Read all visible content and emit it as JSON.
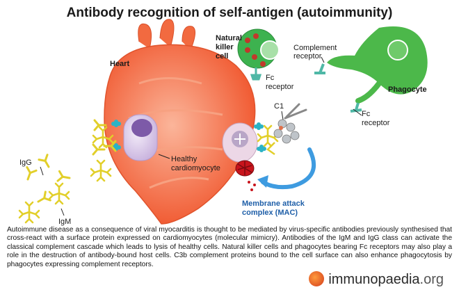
{
  "title": "Antibody recognition of self-antigen (autoimmunity)",
  "labels": {
    "heart": "Heart",
    "nk_line1": "Natural",
    "nk_line2": "killer",
    "nk_line3": "cell",
    "fc_nk_line1": "Fc",
    "fc_nk_line2": "receptor",
    "comp_line1": "Complement",
    "comp_line2": "receptor",
    "phagocyte": "Phagocyte",
    "fc_ph_line1": "Fc",
    "fc_ph_line2": "receptor",
    "c1": "C1",
    "healthy_line1": "Healthy",
    "healthy_line2": "cardiomyocyte",
    "igg": "IgG",
    "igm": "IgM",
    "mac_line1": "Membrane attack",
    "mac_line2": "complex (MAC)"
  },
  "caption": "Autoimmune disease as a consequence of viral myocarditis is thought to be mediated by virus-specific antibodies previously synthesised that cross-react with a surface protein expressed on cardiomyocytes (molecular mimicry). Antibodies of the IgM and IgG class can activate the classical complement cascade which leads to lysis of healthy cells. Natural killer cells and phagocytes bearing Fc receptors may also play a role in the destruction of antibody-bound host cells. C3b complement proteins bound to the cell surface can also enhance phagocytosis by phagocytes expressing complement receptors.",
  "logo": {
    "brand": "immunopaedia",
    "suffix": ".org"
  },
  "colors": {
    "heart": "#f2653c",
    "heart_light": "#f9a58a",
    "nk_cell": "#3db24f",
    "phagocyte": "#4cb84a",
    "antibody": "#e2cf2a",
    "receptor": "#4fb8a6",
    "mac": "#c8141c",
    "arrow": "#3e9be0",
    "cardiomyocyte": "#d8c8e8"
  }
}
